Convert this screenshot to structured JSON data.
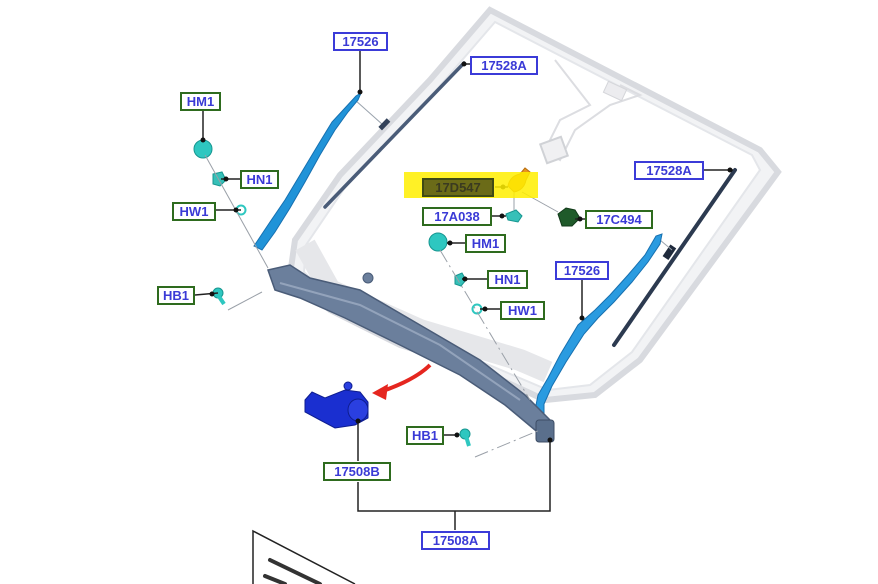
{
  "diagram": {
    "title": "Windshield wiper system exploded view",
    "highlight_color": "#ffee00",
    "colors": {
      "label_text": "#3a3ad6",
      "part_number_border": "#3b3bd8",
      "hardware_border": "#2e6b1e",
      "wiper_arm": "#1f8fd6",
      "wiper_blade": "#2c3a50",
      "linkage": "#5a6f8c",
      "motor": "#1a2fd0",
      "fastener": "#2ec7c0",
      "arrow": "#e5261f"
    },
    "labels": {
      "arm_left": "17526",
      "blade_left": "17528A",
      "blade_right": "17528A",
      "arm_right": "17526",
      "nut_cover_left": "HM1",
      "nut_left": "HN1",
      "washer_left": "HW1",
      "bolt_left": "HB1",
      "sensor": "17D547",
      "sensor_clip": "17A038",
      "sensor_cover": "17C494",
      "nut_cover_right": "HM1",
      "nut_right": "HN1",
      "washer_right": "HW1",
      "bolt_right": "HB1",
      "motor": "17508B",
      "linkage_assembly": "17508A"
    }
  }
}
